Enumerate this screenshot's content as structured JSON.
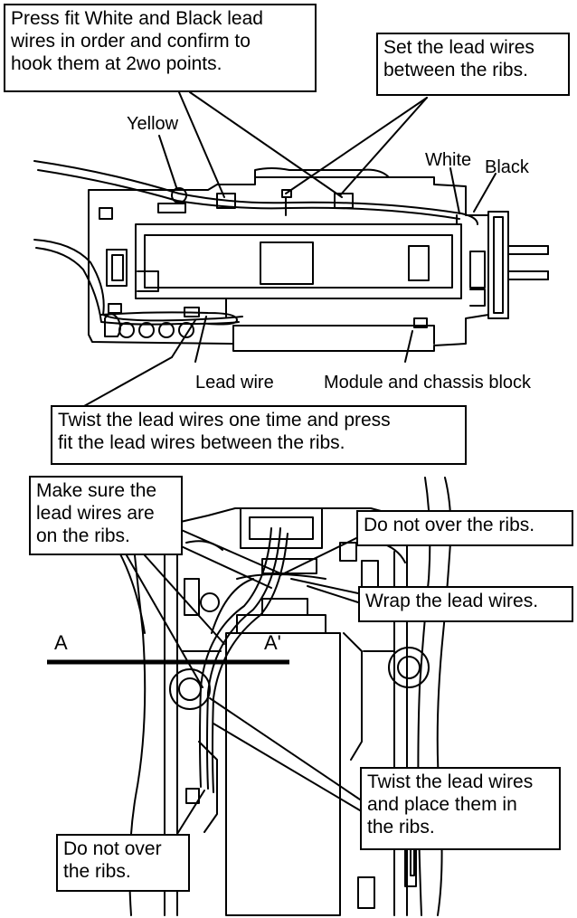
{
  "callouts": {
    "press_fit": "Press fit White and Black lead\nwires in order and confirm to\nhook them at 2wo points.",
    "set_between": "Set the lead wires\nbetween the ribs.",
    "twist_one_time": "Twist the lead wires one time and press\nfit the lead wires between the ribs.",
    "make_sure": "Make sure the\nlead wires are\non the ribs.",
    "do_not_over_top": "Do not over the ribs.",
    "wrap": "Wrap the lead wires.",
    "twist_place": "Twist the lead wires\nand place them in\nthe ribs.",
    "do_not_over_bottom": "Do not over\nthe ribs."
  },
  "labels": {
    "yellow": "Yellow",
    "white": "White",
    "black": "Black",
    "lead_wire": "Lead wire",
    "module": "Module and chassis block",
    "section_a": "A",
    "section_a_prime": "A'"
  }
}
